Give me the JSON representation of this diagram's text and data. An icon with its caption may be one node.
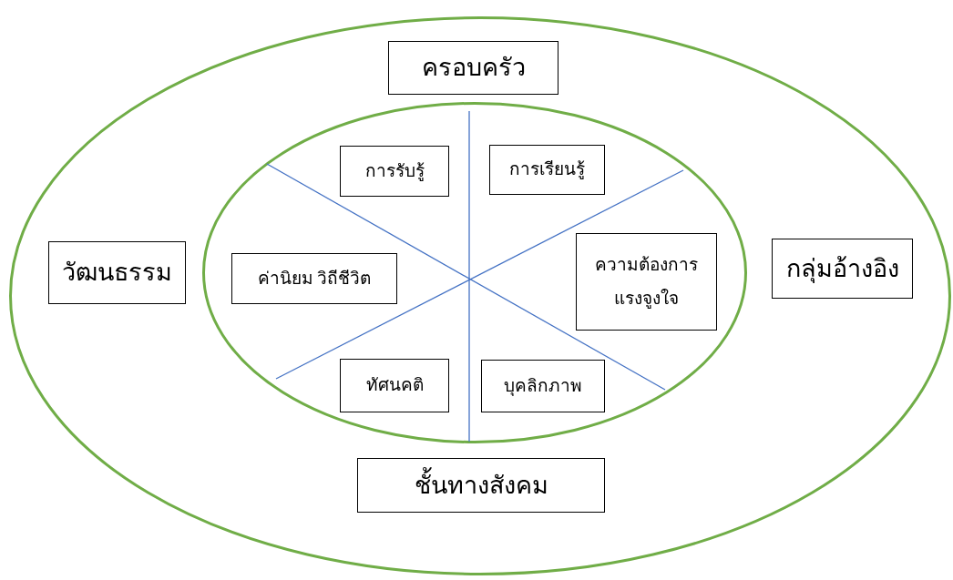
{
  "diagram": {
    "nodes": [
      {
        "text": [],
        "shape": "ellipse"
      },
      {
        "text": [
          "ครอบครัว"
        ],
        "in": 0
      },
      {
        "text": [
          "วัฒนธรรม"
        ],
        "in": 0
      },
      {
        "text": [],
        "shape": "ellipse",
        "in": 0
      },
      {
        "text": [
          "การรับรู้"
        ],
        "in": 3
      },
      {
        "text": [
          "การเรียนรู้"
        ],
        "in": 3
      },
      {
        "text": [
          "ค่านิยม วิถีชีวิต"
        ],
        "in": 3
      },
      {
        "text": [
          "ความต้องการ แรงจูงใจ"
        ],
        "in": 3
      },
      {
        "text": [
          "ทัศนคติ"
        ],
        "in": 3
      },
      {
        "text": [
          "บุคลิกภาพ"
        ],
        "in": 3
      },
      {
        "text": [
          "กลุ่มอ้างอิง"
        ],
        "in": 0
      },
      {
        "text": [
          "ชั้นทางสังคม"
        ],
        "in": 0
      }
    ]
  }
}
